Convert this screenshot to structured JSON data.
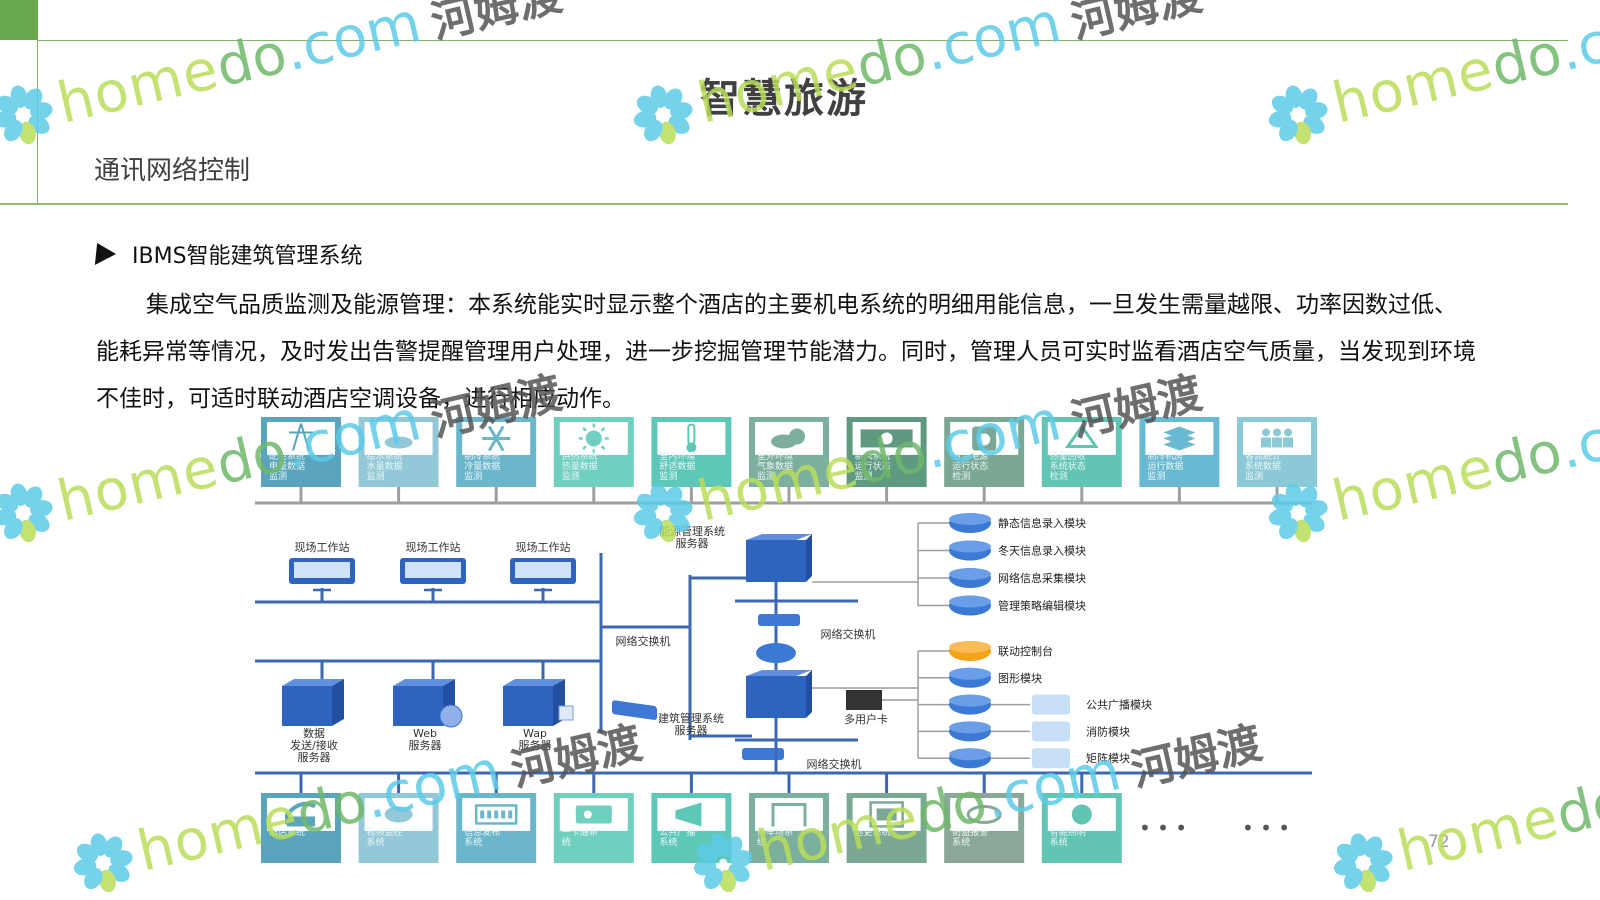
{
  "header": {
    "title": "智慧旅游",
    "section": "通讯网络控制"
  },
  "content": {
    "bullet": "IBMS智能建筑管理系统",
    "paragraph": "集成空气品质监测及能源管理：本系统能实时显示整个酒店的主要机电系统的明细用能信息，一旦发生需量越限、功率因数过低、能耗异常等情况，及时发出告警提醒管理用户处理，进一步挖掘管理节能潜力。同时，管理人员可实时监看酒店空气质量，当发现到环境不佳时，可适时联动酒店空调设备，进行相应动作。"
  },
  "diagram": {
    "top_cards": [
      {
        "icon": "power-tower-icon",
        "label": "配电系统电量数据监测",
        "color": "#5aa4bd"
      },
      {
        "icon": "water-icon",
        "label": "给水系统水量数据监测",
        "color": "#93c8d8"
      },
      {
        "icon": "snowflake-icon",
        "label": "制冷系统冷量数据监测",
        "color": "#6cb6cc"
      },
      {
        "icon": "sun-icon",
        "label": "供热系统热量数据监测",
        "color": "#6fd0c0"
      },
      {
        "icon": "thermometer-icon",
        "label": "室内环境舒适数据监测",
        "color": "#5ec8b8"
      },
      {
        "icon": "cloud-icon",
        "label": "室外环境气象数据监测",
        "color": "#7daf9e"
      },
      {
        "icon": "fan-icon",
        "label": "新风系统运行状态监测",
        "color": "#5f9a80"
      },
      {
        "icon": "battery-icon",
        "label": "清洁电源运行状态检测",
        "color": "#7aa895"
      },
      {
        "icon": "recycle-icon",
        "label": "热量回收系统状态检测",
        "color": "#62c4b2"
      },
      {
        "icon": "layers-icon",
        "label": "制冷机房运行数据监测",
        "color": "#6ab9d3"
      },
      {
        "icon": "people-icon",
        "label": "客流统计系统数据监测",
        "color": "#8cc9d6"
      }
    ],
    "workstations": [
      "现场工作站",
      "现场工作站",
      "现场工作站"
    ],
    "servers_left": [
      {
        "label": "数据\n发送/接收\n服务器",
        "badge": "none"
      },
      {
        "label": "Web\n服务器",
        "badge": "globe"
      },
      {
        "label": "Wap\n服务器",
        "badge": "screen"
      }
    ],
    "switch_left": "网络交换机",
    "energy_server": "能源管理系统\n服务器",
    "switch_mid": "网络交换机",
    "building_server": "建筑管理系统\n服务器",
    "multi_card": "多用户卡",
    "switch_bottom": "网络交换机",
    "modules_top": [
      "静态信息录入模块",
      "冬天信息录入模块",
      "网络信息采集模块",
      "管理策略编辑模块"
    ],
    "modules_bottom": [
      {
        "label": "联动控制台",
        "color": "#f5a21b",
        "sub": ""
      },
      {
        "label": "图形模块",
        "color": "#3b79d4",
        "sub": ""
      },
      {
        "label": "",
        "color": "#3b79d4",
        "sub": "公共广播模块"
      },
      {
        "label": "",
        "color": "#3b79d4",
        "sub": "消防模块"
      },
      {
        "label": "",
        "color": "#3b79d4",
        "sub": "矩阵模块"
      }
    ],
    "bottom_cards": [
      {
        "icon": "printer-icon",
        "label": "酒店系统",
        "color": "#5aa4bd"
      },
      {
        "icon": "camera-icon",
        "label": "视频监控系统",
        "color": "#93c8d8"
      },
      {
        "icon": "led-board-icon",
        "label": "信息发布系统",
        "color": "#6cb6cc"
      },
      {
        "icon": "card-icon",
        "label": "一卡通系统",
        "color": "#6fd0c0"
      },
      {
        "icon": "megaphone-icon",
        "label": "公共广播系统",
        "color": "#5ec8b8"
      },
      {
        "icon": "parking-icon",
        "label": "停车场系统",
        "color": "#7daf9e"
      },
      {
        "icon": "keypad-icon",
        "label": "巡更系统",
        "color": "#7aa895"
      },
      {
        "icon": "alarm-icon",
        "label": "防盗报警系统",
        "color": "#8aa898"
      },
      {
        "icon": "light-icon",
        "label": "智能照明系统",
        "color": "#62c4b2"
      }
    ],
    "ellipsis": [
      "•  •  •",
      "•  •  •"
    ]
  },
  "colors": {
    "accent_green": "#6aa84f",
    "bus_gray": "#9e9e9e",
    "bus_blue": "#3e67b1",
    "server_blue": "#2f63c0"
  },
  "watermark": {
    "home": "home",
    "do": "do",
    "com": ".com",
    "cn": "河姆渡"
  },
  "footer": {
    "page_number": "72"
  }
}
